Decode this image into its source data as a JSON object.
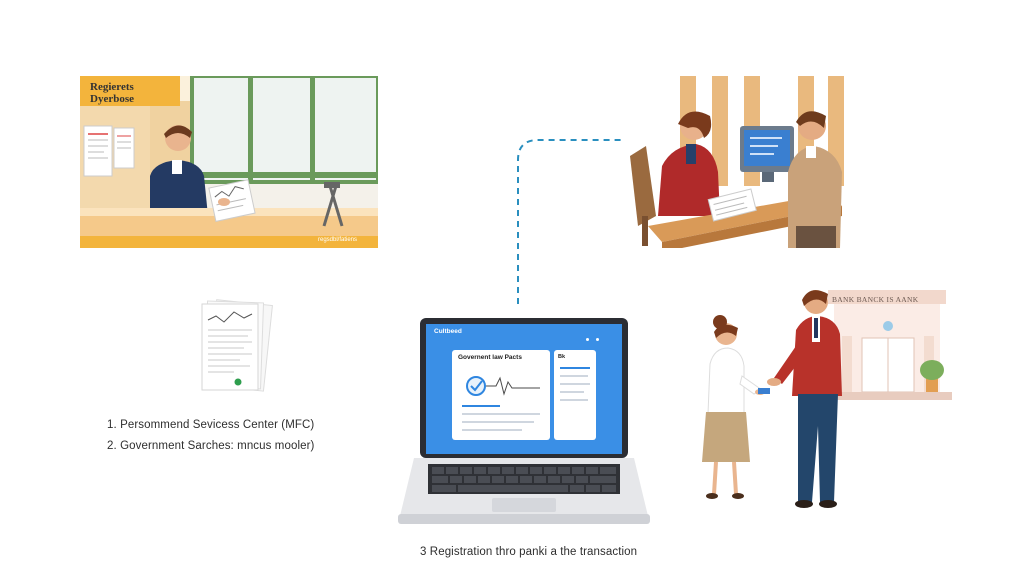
{
  "panel1": {
    "sign_line1": "Regierets",
    "sign_line2": "Dyerbose",
    "watermark": "regsdbl/fatiens"
  },
  "laptop": {
    "app_name": "Cultbeed",
    "doc_title": "Governent law Pacts",
    "side_title": "Bk"
  },
  "bank": {
    "sign": "BANK BANCK IS AANK"
  },
  "steps": {
    "step1": "1. Persommend Sevicess Center (MFC)",
    "step2": "2. Government Sarches: mncus mooler)",
    "step3": "3 Registration thro panki a the transaction"
  },
  "colors": {
    "accent_blue": "#2f86e0",
    "dashed_line": "#2a8fbf",
    "wood": "#e7b982",
    "frame_green": "#6a9a5b"
  }
}
